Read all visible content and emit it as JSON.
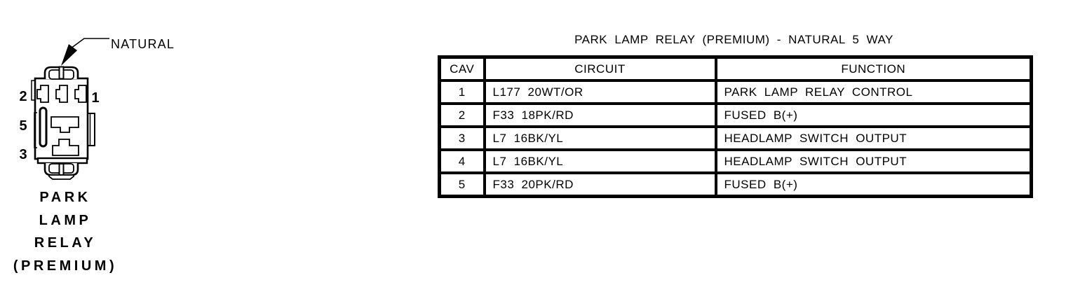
{
  "page": {
    "background": "#ffffff",
    "ink": "#000000"
  },
  "connector": {
    "color_label": "NATURAL",
    "pin_labels": {
      "top_left": "2",
      "mid_left": "5",
      "bottom_left": "3",
      "top_right": "1"
    },
    "caption_lines": [
      "PARK",
      "LAMP",
      "RELAY",
      "(PREMIUM)"
    ]
  },
  "pinout_table": {
    "title": "PARK LAMP RELAY (PREMIUM) - NATURAL 5 WAY",
    "columns": [
      "CAV",
      "CIRCUIT",
      "FUNCTION"
    ],
    "rows": [
      {
        "cav": "1",
        "circuit": "L177 20WT/OR",
        "function": "PARK LAMP RELAY CONTROL"
      },
      {
        "cav": "2",
        "circuit": "F33 18PK/RD",
        "function": "FUSED B(+)"
      },
      {
        "cav": "3",
        "circuit": "L7 16BK/YL",
        "function": "HEADLAMP SWITCH OUTPUT"
      },
      {
        "cav": "4",
        "circuit": "L7 16BK/YL",
        "function": "HEADLAMP SWITCH OUTPUT"
      },
      {
        "cav": "5",
        "circuit": "F33 20PK/RD",
        "function": "FUSED B(+)"
      }
    ]
  }
}
